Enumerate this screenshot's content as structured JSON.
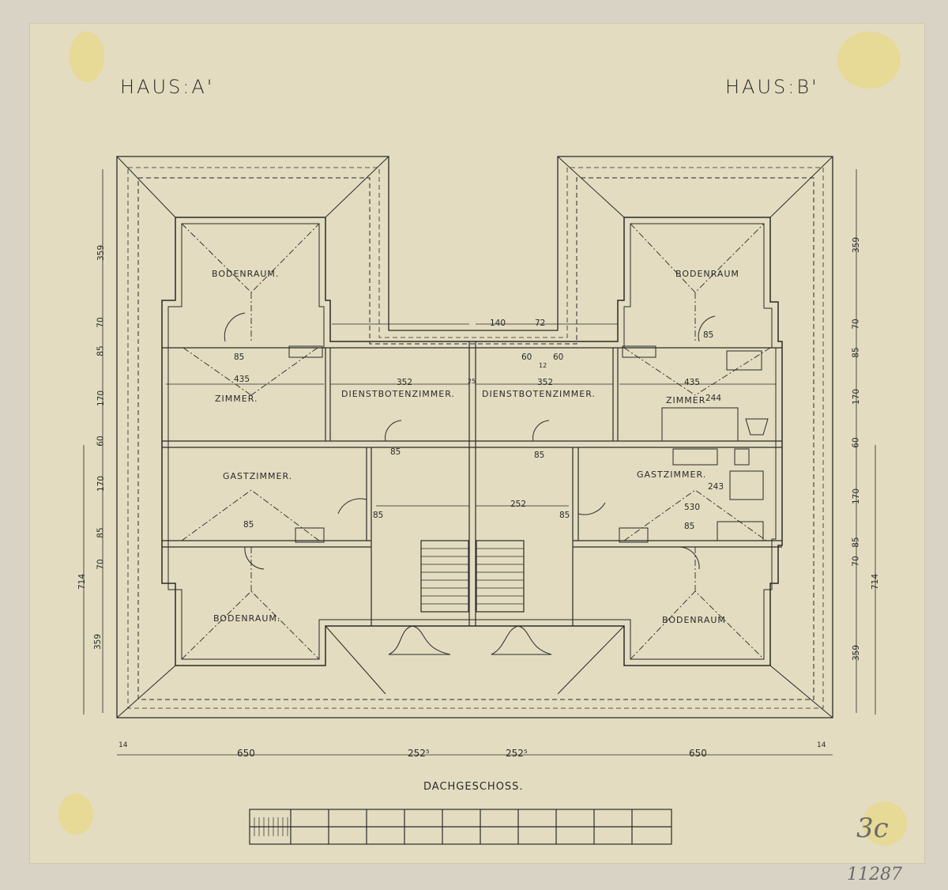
{
  "drawing": {
    "house_a": "HAUS:A'",
    "house_b": "HAUS:B'",
    "title": "DACHGESCHOSS.",
    "sheet_mark": "3c",
    "inventory_number": "11287"
  },
  "rooms": {
    "a_bodenraum_top": "BODENRAUM.",
    "b_bodenraum_top": "BODENRAUM",
    "a_zimmer": "ZIMMER.",
    "b_zimmer": "ZIMMER",
    "a_dienst": "DIENSTBOTENZIMMER.",
    "b_dienst": "DIENSTBOTENZIMMER.",
    "a_gast": "GASTZIMMER.",
    "b_gast": "GASTZIMMER.",
    "a_bodenraum_bottom": "BODENRAUM.",
    "b_bodenraum_bottom": "BODENRAUM"
  },
  "dimensions": {
    "bottom": [
      "14",
      "650",
      "252⁵",
      "252⁵",
      "650",
      "14"
    ],
    "left_chain": [
      "359",
      "70",
      "85",
      "170",
      "60",
      "170",
      "85",
      "70",
      "359"
    ],
    "left_total": "714",
    "right_chain": [
      "359",
      "70",
      "85",
      "170",
      "60",
      "170",
      "85",
      "70",
      "359"
    ],
    "right_total": "714",
    "interior": {
      "a_door_top": "85",
      "a_zimmer_w": "435",
      "dienst_w": "352",
      "dienst_w_b": "352",
      "wall": "25",
      "gap_140": "140",
      "gap_72": "72",
      "b_60a": "60",
      "b_60b": "60",
      "b_12": "12",
      "b_zimmer_w": "435",
      "b_zimmer_h": "244",
      "b_door_top": "85",
      "a_dienst_door": "85",
      "b_dienst_door": "85",
      "a_gast_door": "85",
      "a_stair_door": "85",
      "stair_w": "252",
      "b_stair_door": "85",
      "b_gast_w": "530",
      "b_gast_h": "243",
      "b_gast_door": "85"
    }
  },
  "colors": {
    "paper": "#e3dcc0",
    "ink": "#2a2a2a",
    "stain": "#e8d888"
  }
}
